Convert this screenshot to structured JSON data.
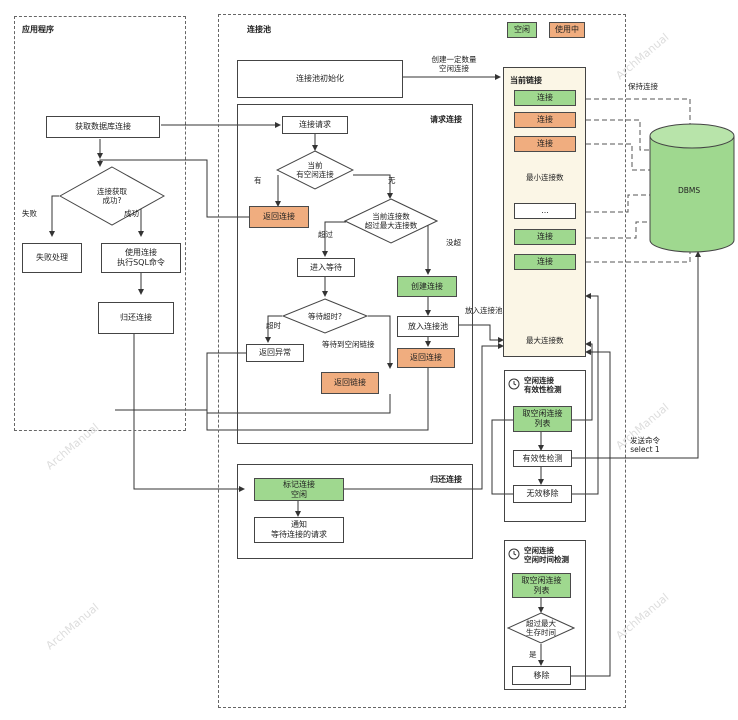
{
  "legend": {
    "idle": "空闲",
    "busy": "使用中"
  },
  "app": {
    "title": "应用程序",
    "get_conn": "获取数据库连接",
    "decision": "连接获取\n成功?",
    "fail_label": "失败",
    "success_label": "成功",
    "fail_handle": "失败处理",
    "use_conn": "使用连接\n执行SQL命令",
    "return_conn": "归还连接"
  },
  "pool": {
    "title": "连接池",
    "init": "连接池初始化",
    "init_note": "创建一定数量\n空闲连接"
  },
  "request": {
    "title": "请求连接",
    "req": "连接请求",
    "has_idle": "当前\n有空闲连接",
    "yes": "有",
    "no": "无",
    "return_conn": "返回连接",
    "over_max": "当前连接数\n超过最大连接数",
    "exceed": "超过",
    "not_exceed": "没超",
    "enter_wait": "进入等待",
    "create_conn": "创建连接",
    "wait_timeout": "等待超时?",
    "timeout": "超时",
    "wait_idle": "等待到空闲链接",
    "put_pool": "放入连接池",
    "return_exception": "返回异常",
    "return_link": "返回链接",
    "return_conn2": "返回连接"
  },
  "put_into_pool": "放入连接池",
  "current": {
    "title": "当前链接",
    "items": [
      "连接",
      "连接",
      "连接",
      "最小连接数",
      "...",
      "连接",
      "连接",
      "最大连接数"
    ],
    "keep_alive": "保持连接"
  },
  "dbms": "DBMS",
  "send_cmd": "发送命令\nselect 1",
  "validity": {
    "title": "空闲连接\n有效性检测",
    "take_list": "取空闲连接\n列表",
    "check": "有效性检测",
    "remove": "无效移除"
  },
  "idle_time": {
    "title": "空闲连接\n空闲时间检测",
    "take_list": "取空闲连接\n列表",
    "over_max": "超过最大\n生存时间",
    "yes": "是",
    "remove": "移除"
  },
  "return_section": {
    "title": "归还连接",
    "mark_idle": "标记连接\n空闲",
    "notify": "通知\n等待连接的请求"
  },
  "watermark": "ArchManual",
  "colors": {
    "idle": "#9fd88f",
    "busy": "#f0ad7f",
    "pool_bg": "#fbf6e6"
  }
}
